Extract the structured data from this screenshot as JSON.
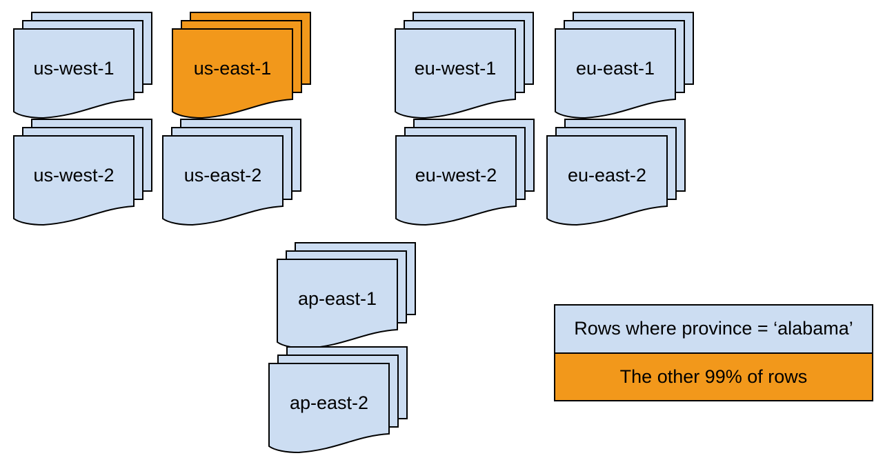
{
  "diagram": {
    "description": "Stacked document shapes representing database rows replicated across cloud regions",
    "colors": {
      "doc_fill": "#ccddf2",
      "highlight_fill": "#f2981b",
      "stroke": "#000000",
      "background": "#ffffff"
    },
    "regions": [
      {
        "label": "us-west-1",
        "highlighted": false
      },
      {
        "label": "us-east-1",
        "highlighted": true
      },
      {
        "label": "eu-west-1",
        "highlighted": false
      },
      {
        "label": "eu-east-1",
        "highlighted": false
      },
      {
        "label": "us-west-2",
        "highlighted": false
      },
      {
        "label": "us-east-2",
        "highlighted": false
      },
      {
        "label": "eu-west-2",
        "highlighted": false
      },
      {
        "label": "eu-east-2",
        "highlighted": false
      },
      {
        "label": "ap-east-1",
        "highlighted": false
      },
      {
        "label": "ap-east-2",
        "highlighted": false
      }
    ],
    "legend": {
      "items": [
        {
          "label": "Rows where province = ‘alabama’",
          "color": "#ccddf2"
        },
        {
          "label": "The other 99% of rows",
          "color": "#f2981b"
        }
      ]
    }
  }
}
